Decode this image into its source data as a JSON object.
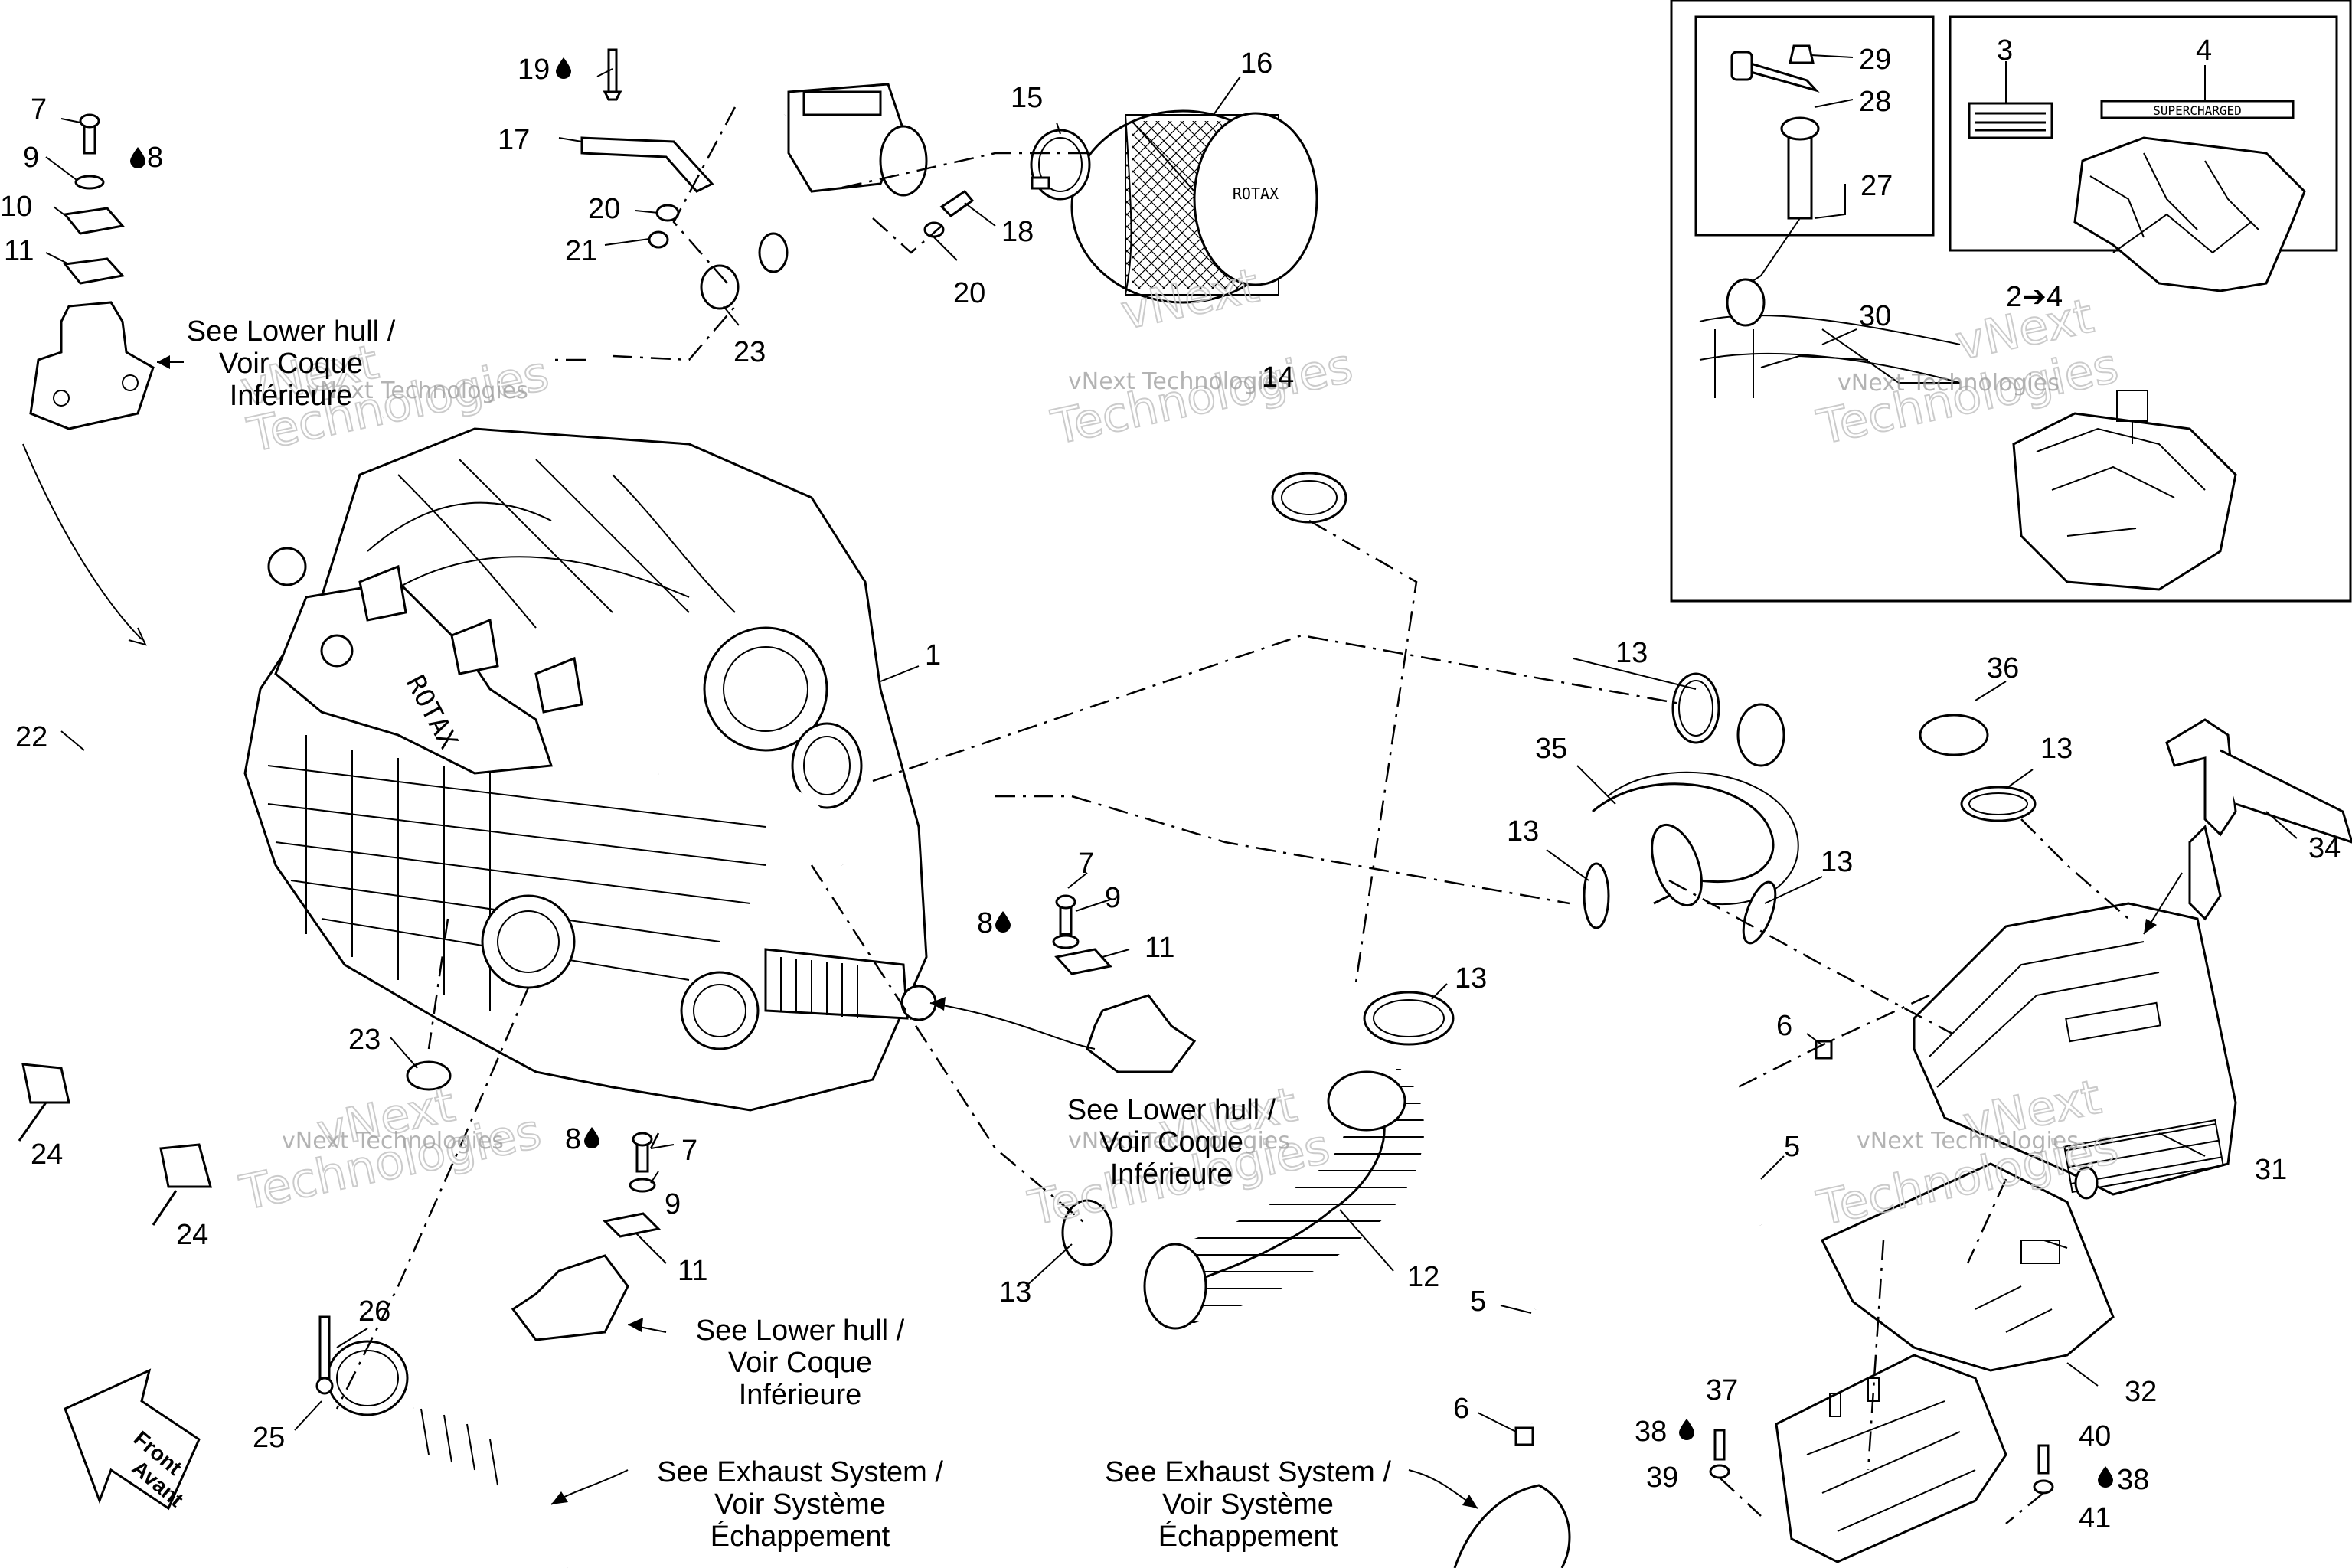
{
  "callouts": [
    {
      "id": "c1",
      "text": "1"
    },
    {
      "id": "c3",
      "text": "3"
    },
    {
      "id": "c4",
      "text": "4"
    },
    {
      "id": "c24",
      "text": "2➔4"
    },
    {
      "id": "c5a",
      "text": "5"
    },
    {
      "id": "c5b",
      "text": "5"
    },
    {
      "id": "c6a",
      "text": "6"
    },
    {
      "id": "c6b",
      "text": "6"
    },
    {
      "id": "c7a",
      "text": "7"
    },
    {
      "id": "c7b",
      "text": "7"
    },
    {
      "id": "c7c",
      "text": "7"
    },
    {
      "id": "c8a",
      "text": "8"
    },
    {
      "id": "c8b",
      "text": "8"
    },
    {
      "id": "c8c",
      "text": "8"
    },
    {
      "id": "c9a",
      "text": "9"
    },
    {
      "id": "c9b",
      "text": "9"
    },
    {
      "id": "c9c",
      "text": "9"
    },
    {
      "id": "c10",
      "text": "10"
    },
    {
      "id": "c11a",
      "text": "11"
    },
    {
      "id": "c11b",
      "text": "11"
    },
    {
      "id": "c11c",
      "text": "11"
    },
    {
      "id": "c12",
      "text": "12"
    },
    {
      "id": "c13a",
      "text": "13"
    },
    {
      "id": "c13b",
      "text": "13"
    },
    {
      "id": "c13c",
      "text": "13"
    },
    {
      "id": "c13d",
      "text": "13"
    },
    {
      "id": "c13e",
      "text": "13"
    },
    {
      "id": "c13f",
      "text": "13"
    },
    {
      "id": "c14",
      "text": "14"
    },
    {
      "id": "c15",
      "text": "15"
    },
    {
      "id": "c16",
      "text": "16"
    },
    {
      "id": "c17",
      "text": "17"
    },
    {
      "id": "c18",
      "text": "18"
    },
    {
      "id": "c19",
      "text": "19"
    },
    {
      "id": "c20a",
      "text": "20"
    },
    {
      "id": "c20b",
      "text": "20"
    },
    {
      "id": "c21",
      "text": "21"
    },
    {
      "id": "c22",
      "text": "22"
    },
    {
      "id": "c23a",
      "text": "23"
    },
    {
      "id": "c23b",
      "text": "23"
    },
    {
      "id": "c24a",
      "text": "24"
    },
    {
      "id": "c24b",
      "text": "24"
    },
    {
      "id": "c25",
      "text": "25"
    },
    {
      "id": "c26",
      "text": "26"
    },
    {
      "id": "c27",
      "text": "27"
    },
    {
      "id": "c28",
      "text": "28"
    },
    {
      "id": "c29",
      "text": "29"
    },
    {
      "id": "c30",
      "text": "30"
    },
    {
      "id": "c31",
      "text": "31"
    },
    {
      "id": "c32",
      "text": "32"
    },
    {
      "id": "c34",
      "text": "34"
    },
    {
      "id": "c35",
      "text": "35"
    },
    {
      "id": "c36",
      "text": "36"
    },
    {
      "id": "c37",
      "text": "37"
    },
    {
      "id": "c38a",
      "text": "38"
    },
    {
      "id": "c38b",
      "text": "38"
    },
    {
      "id": "c39",
      "text": "39"
    },
    {
      "id": "c40",
      "text": "40"
    },
    {
      "id": "c41",
      "text": "41"
    }
  ],
  "notes": {
    "lower_hull_1": [
      "See Lower hull /",
      "Voir Coque",
      "Inférieure"
    ],
    "lower_hull_2": [
      "See Lower hull /",
      "Voir Coque",
      "Inférieure"
    ],
    "lower_hull_3": [
      "See Lower hull /",
      "Voir Coque",
      "Inférieure"
    ],
    "exhaust_1": [
      "See Exhaust System /",
      "Voir Système",
      "Échappement"
    ],
    "exhaust_2": [
      "See Exhaust System /",
      "Voir Système",
      "Échappement"
    ]
  },
  "front_arrow": [
    "Front",
    "Avant"
  ],
  "brand_text": {
    "air_filter": "ROTAX",
    "engine": "ROTAX",
    "decal": "SUPERCHARGED"
  },
  "watermark": {
    "small": "vNext Technologies",
    "big_1": "vNext",
    "big_2": "Technologies"
  },
  "colors": {
    "line": "#000000",
    "background": "#ffffff",
    "watermark": "#9a9a9a"
  }
}
